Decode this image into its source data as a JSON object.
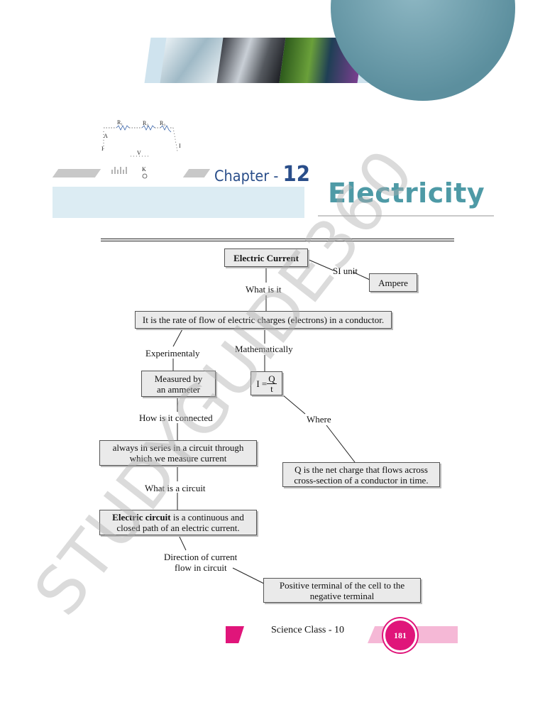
{
  "header": {
    "chapter_label": "Chapter - ",
    "chapter_number": "12",
    "title": "Electricity"
  },
  "circuit_figure": {
    "r1": "R₁",
    "r2": "R₂",
    "r3": "R₃",
    "ammeter": "A",
    "voltmeter": "V",
    "key": "K",
    "current_left": "I",
    "current_right": "I"
  },
  "watermark": "STUDYGUIDE360",
  "flowchart": {
    "electric_current": "Electric Current",
    "si_unit_label": "SI unit",
    "ampere": "Ampere",
    "what_is_it": "What is it",
    "definition": "It is the rate of flow of electric charges (electrons) in a conductor.",
    "experimentally": "Experimentaly",
    "mathematically": "Mathematically",
    "measured_by": "Measured by an ammeter",
    "formula_lhs": "I = ",
    "formula_num": "Q",
    "formula_den": "t",
    "where": "Where",
    "q_definition": "Q is the net charge that flows across cross-section of a conductor in time.",
    "how_connected": "How is it connected",
    "series": "always in series in a circuit through which we measure current",
    "what_circuit": "What is a circuit",
    "circuit_term": "Electric circuit",
    "circuit_def": " is a continuous and closed path of an electric current.",
    "direction_label_1": "Direction of current",
    "direction_label_2": "flow in circuit",
    "direction": "Positive terminal of the cell to the negative terminal"
  },
  "footer": {
    "text": "Science Class - 10",
    "page_number": "181"
  },
  "colors": {
    "title": "#4e9aa6",
    "chapter": "#2a4e8a",
    "badge": "#e0157a",
    "footer_pink": "#f5b8d6"
  }
}
